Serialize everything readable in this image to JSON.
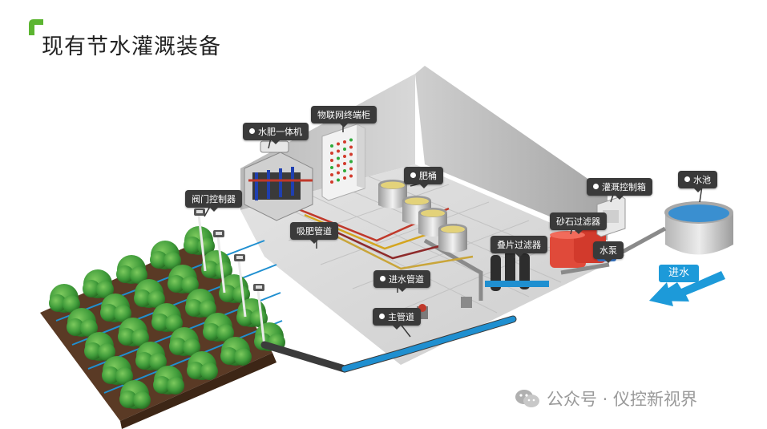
{
  "title": "现有节水灌溉装备",
  "labels": {
    "fertigation_machine": "水肥一体机",
    "iot_cabinet": "物联网终端柜",
    "fertilizer_bucket": "肥桶",
    "valve_controller": "阀门控制器",
    "suction_pipe": "吸肥管道",
    "inlet_pipe": "进水管道",
    "main_pipe": "主管道",
    "disc_filter": "叠片过滤器",
    "sand_filter": "砂石过滤器",
    "irrigation_control_box": "灌溉控制箱",
    "pump": "水泵",
    "pool": "水池",
    "inflow": "进水"
  },
  "watermark": "公众号 · 仪控新视界",
  "colors": {
    "accent_green": "#5cb531",
    "pipe_blue": "#1f8fd0",
    "pipe_dark": "#3b3b3b",
    "callout_bg": "#3a3a3a",
    "tree_green": "#3f9b3a",
    "soil": "#5a3a25"
  }
}
